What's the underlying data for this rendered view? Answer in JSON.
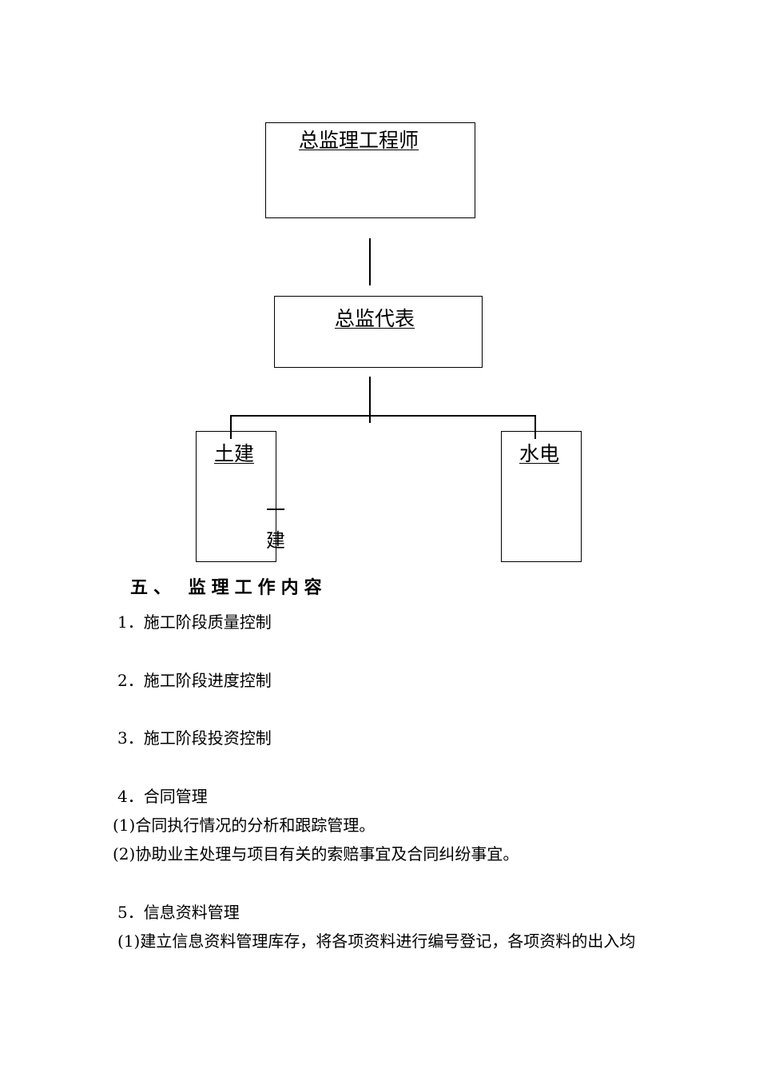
{
  "org_chart": {
    "chief_engineer": "总监理工程师",
    "chief_representative": "总监代表",
    "civil": "土建",
    "civil_note_1": "一",
    "civil_note_2": "建",
    "mep": "水电"
  },
  "section": {
    "heading": "五、 监理工作内容",
    "items": [
      "1．施工阶段质量控制",
      "2．施工阶段进度控制",
      "3．施工阶段投资控制",
      "4．合同管理",
      "(1)合同执行情况的分析和跟踪管理。",
      "(2)协助业主处理与项目有关的索赔事宜及合同纠纷事宜。",
      "5．信息资料管理",
      "(1)建立信息资料管理库存，将各项资料进行编号登记，各项资料的出入均"
    ]
  }
}
